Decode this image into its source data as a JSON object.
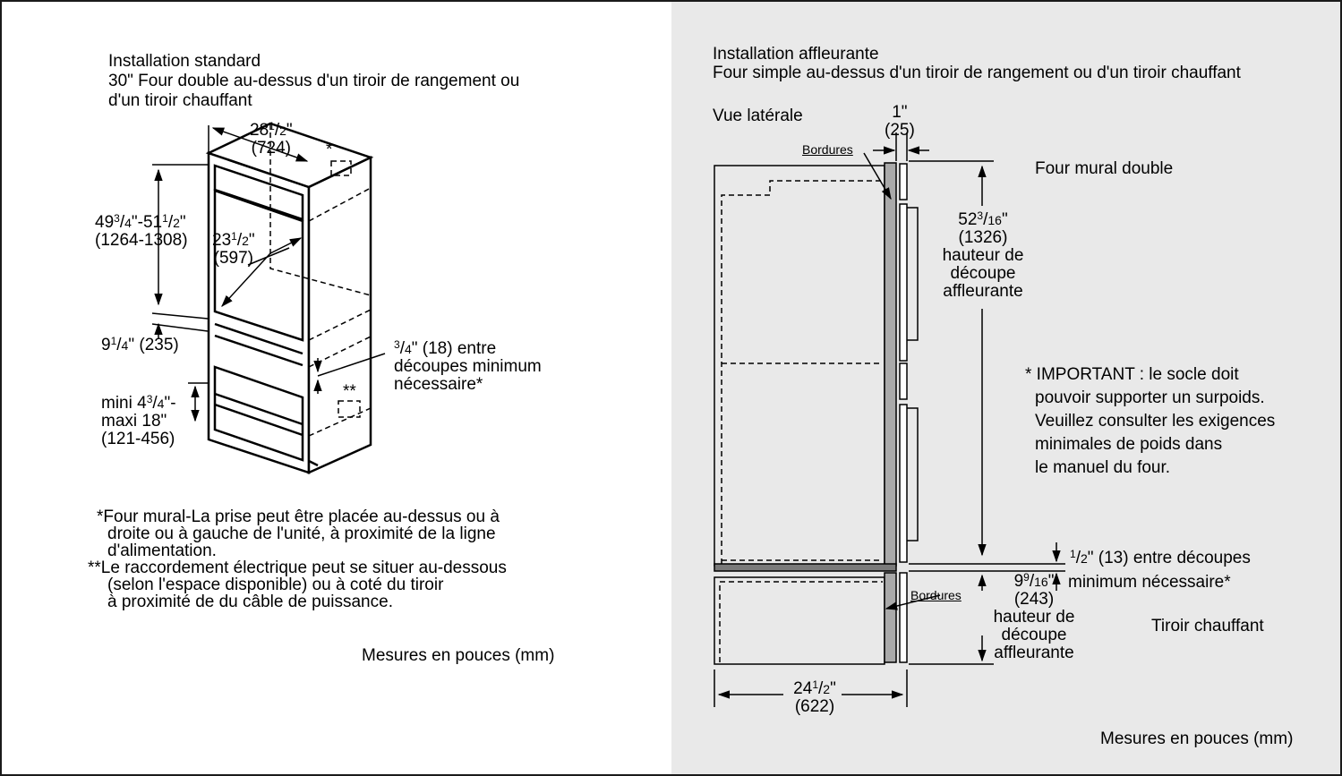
{
  "left": {
    "title_lines": [
      "Installation standard",
      "30\" Four double au-dessus d'un tiroir de rangement ou",
      "d'un tiroir chauffant"
    ],
    "dim_width": {
      "a": "28",
      "num": "1",
      "den": "2",
      "b": "\"",
      "mm": "(724)"
    },
    "star": "*",
    "dim_height": {
      "a": "49",
      "num1": "3",
      "den1": "4",
      "mid": "\"-51",
      "num2": "1",
      "den2": "2",
      "end": "\"",
      "mm": "(1264-1308)"
    },
    "dim_depth": {
      "a": "23",
      "num": "1",
      "den": "2",
      "b": "\"",
      "mm": "(597)"
    },
    "dim_gap": {
      "a": "9",
      "num": "1",
      "den": "4",
      "b": "\" (235)"
    },
    "dim_drawer": {
      "a": "mini 4",
      "num": "3",
      "den": "4",
      "b": "\"-",
      "line2": "maxi 18\"",
      "mm": "(121-456)"
    },
    "dim_between": {
      "num": "3",
      "den": "4",
      "b": "\" (18) entre",
      "line2": "découpes minimum",
      "line3": "nécessaire*"
    },
    "double_star": "**",
    "notes": [
      "*Four mural-La prise peut être placée au-dessus ou à",
      "droite ou à gauche de l'unité, à proximité de la ligne",
      "d'alimentation.",
      "**Le raccordement électrique peut se situer au-dessous",
      "(selon l'espace disponible) ou à coté du tiroir",
      "à proximité de du câble de puissance."
    ],
    "units": "Mesures en pouces (mm)"
  },
  "right": {
    "title_lines": [
      "Installation affleurante",
      "Four simple au-dessus d'un tiroir de rangement ou d'un tiroir chauffant"
    ],
    "side_view": "Vue latérale",
    "dim_1in": {
      "a": "1\"",
      "mm": "(25)"
    },
    "bordures_top": "Bordures",
    "bordures_bottom": "Bordures",
    "oven_label": "Four mural double",
    "dim_cutout": {
      "a": "52",
      "num": "3",
      "den": "16",
      "b": "\"",
      "mm": "(1326)",
      "l1": "hauteur de",
      "l2": "découpe",
      "l3": "affleurante"
    },
    "important_lines": [
      "* IMPORTANT : le socle doit",
      "pouvoir supporter un surpoids.",
      "Veuillez consulter les exigences",
      "minimales de poids dans",
      "le manuel du four."
    ],
    "dim_between": {
      "num": "1",
      "den": "2",
      "b": "\" (13) entre découpes",
      "line2": "minimum nécessaire*"
    },
    "dim_drawer": {
      "a": "9",
      "num": "9",
      "den": "16",
      "b": "\"",
      "mm": "(243)",
      "l1": "hauteur de",
      "l2": "découpe",
      "l3": "affleurante"
    },
    "drawer_label": "Tiroir chauffant",
    "dim_width": {
      "a": "24",
      "num": "1",
      "den": "2",
      "b": "\"",
      "mm": "(622)"
    },
    "units": "Mesures en pouces (mm)"
  }
}
